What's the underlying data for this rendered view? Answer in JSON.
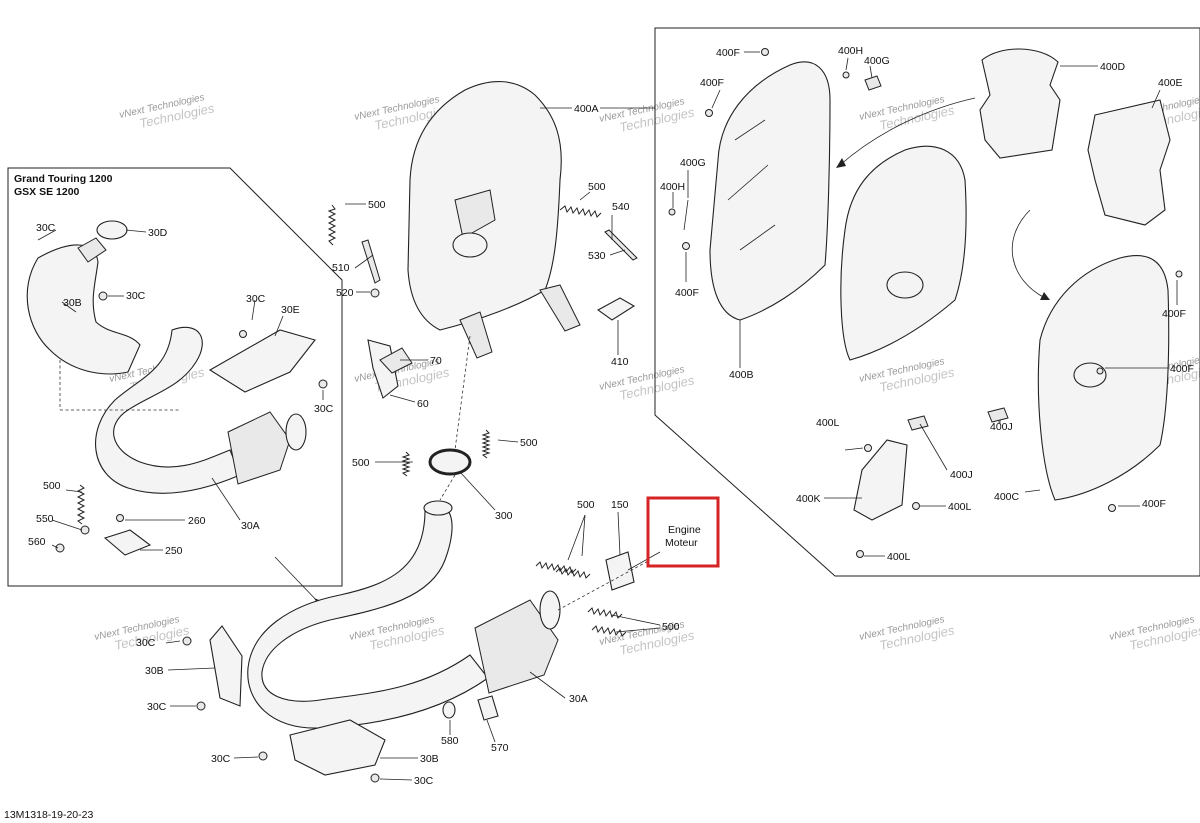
{
  "inset": {
    "title_line1": "Grand Touring 1200",
    "title_line2": "GSX SE 1200"
  },
  "engine_box": {
    "line1": "Engine",
    "line2": "Moteur",
    "color": "#d62424"
  },
  "footer_code": "13M1318-19-20-23",
  "watermark": {
    "line1": "vNext Technologies",
    "line2": "Technologies"
  },
  "labels": {
    "l400A": "400A",
    "l400B": "400B",
    "l400C": "400C",
    "l400D": "400D",
    "l400E": "400E",
    "l400F_1": "400F",
    "l400F_2": "400F",
    "l400F_3": "400F",
    "l400F_4": "400F",
    "l400F_5": "400F",
    "l400F_6": "400F",
    "l400G_1": "400G",
    "l400G_2": "400G",
    "l400H_1": "400H",
    "l400H_2": "400H",
    "l400J_1": "400J",
    "l400J_2": "400J",
    "l400K": "400K",
    "l400L_1": "400L",
    "l400L_2": "400L",
    "l400L_3": "400L",
    "l500_1": "500",
    "l500_2": "500",
    "l500_3": "500",
    "l500_4": "500",
    "l500_5": "500",
    "l500_6": "500",
    "l500_7": "500",
    "l510": "510",
    "l520": "520",
    "l530": "530",
    "l540": "540",
    "l410": "410",
    "l70": "70",
    "l60": "60",
    "l300": "300",
    "l150": "150",
    "l30A_1": "30A",
    "l30A_2": "30A",
    "l30B_1": "30B",
    "l30B_2": "30B",
    "l30B_3": "30B",
    "l30C_1": "30C",
    "l30C_2": "30C",
    "l30C_3": "30C",
    "l30C_4": "30C",
    "l30C_5": "30C",
    "l30C_6": "30C",
    "l30C_7": "30C",
    "l30C_8": "30C",
    "l30D": "30D",
    "l30E": "30E",
    "l550": "550",
    "l560": "560",
    "l260": "260",
    "l250": "250",
    "l580": "580",
    "l570": "570"
  },
  "icons": [
    "muffler",
    "spring",
    "gasket",
    "heat-shield",
    "exhaust-pipe",
    "clamp",
    "bolt",
    "nut"
  ]
}
